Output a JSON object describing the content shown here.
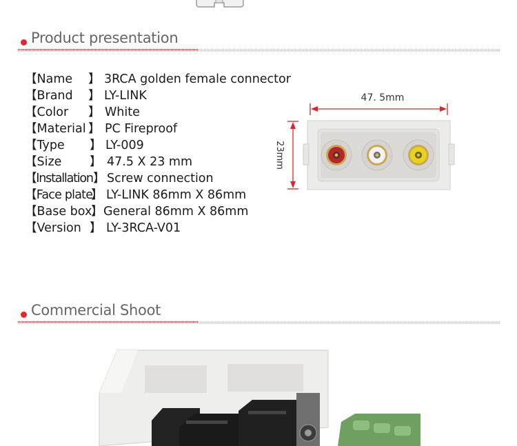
{
  "sections": {
    "presentation_title": "Product presentation",
    "commercial_title": "Commercial Shoot"
  },
  "specs": [
    {
      "label": "【Name",
      "close": "】",
      "value": "3RCA golden female connector"
    },
    {
      "label": "【Brand",
      "close": "】",
      "value": "LY-LINK"
    },
    {
      "label": "【Color",
      "close": "】",
      "value": "White"
    },
    {
      "label": "【Material",
      "close": "】",
      "value": "PC Fireproof"
    },
    {
      "label": "【Type",
      "close": "】",
      "value": "LY-009"
    },
    {
      "label": "【Size",
      "close": "】",
      "value": "47.5 X 23 mm"
    },
    {
      "label": "【Installation",
      "close": "】",
      "value": "Screw connection"
    },
    {
      "label": "【Face plate",
      "close": "】",
      "value": "LY-LINK 86mm X 86mm"
    },
    {
      "label": "【Base box",
      "close": "】",
      "value": "General 86mm X 86mm"
    },
    {
      "label": "【Version",
      "close": "】",
      "value": "LY-3RCA-V01"
    }
  ],
  "diagram": {
    "width_label": "47. 5mm",
    "height_label": "23mm",
    "dimension_color": "#d9262c",
    "jack_colors": [
      "#b3262a",
      "#f2f2f2",
      "#e6d31a"
    ]
  }
}
